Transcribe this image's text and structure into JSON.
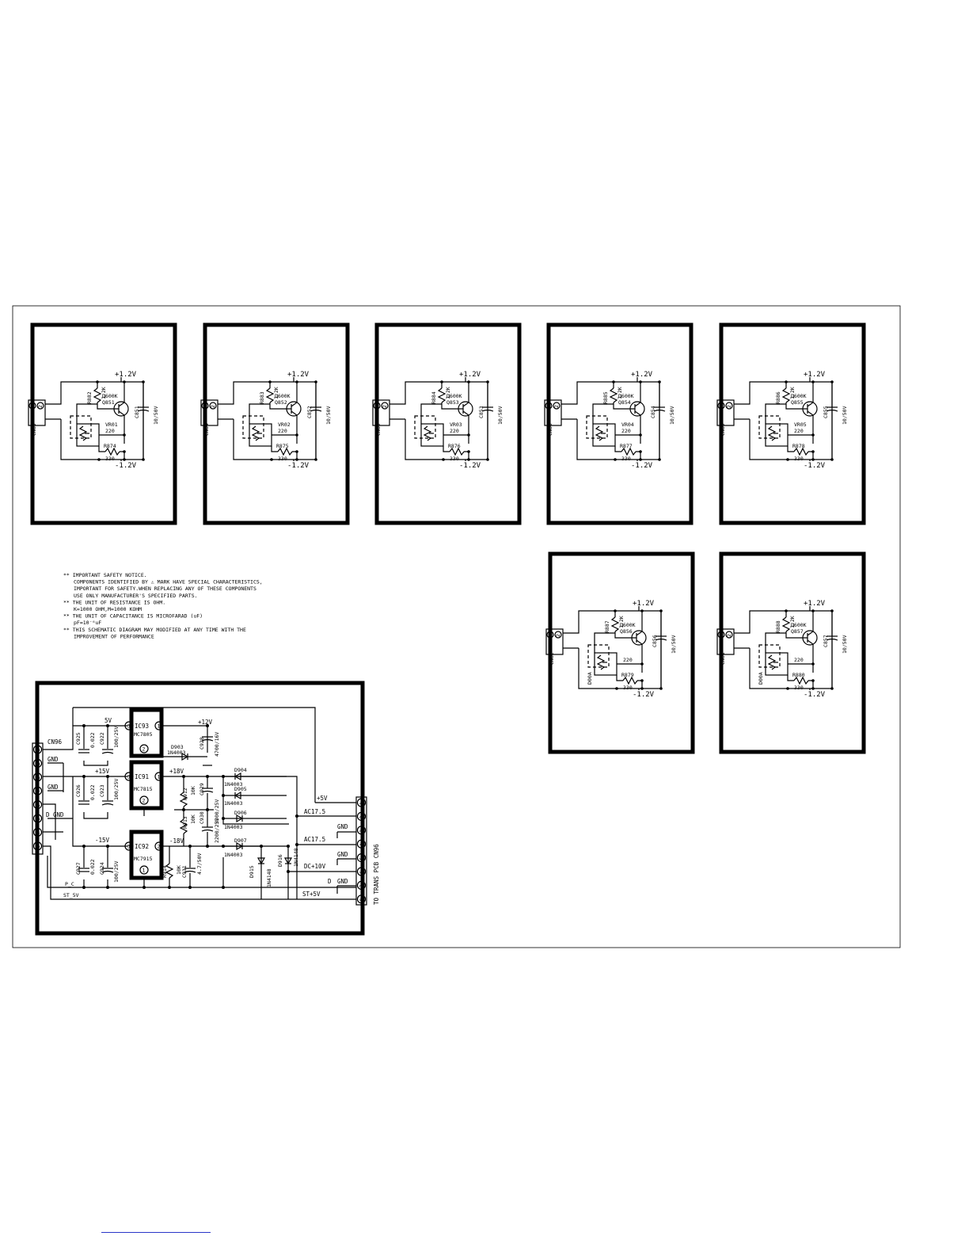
{
  "supply_pos": "+1.2V",
  "supply_neg": "-1.2V",
  "transistor_type": "D600K",
  "pot_value": "220",
  "r_top_value": "1.2K",
  "r_bottom_value": "330",
  "cap_value": "10/50V",
  "pin_1": "1",
  "pin_2": "2",
  "hall_label": "D00A",
  "modules": [
    {
      "cn": "CN83",
      "r_top": "R882",
      "q": "Q851",
      "vr": "VR01",
      "r_bot": "R874",
      "cap": "C851"
    },
    {
      "cn": "CN84",
      "r_top": "R883",
      "q": "Q852",
      "vr": "VR02",
      "r_bot": "R875",
      "cap": "C852"
    },
    {
      "cn": "CN85",
      "r_top": "R884",
      "q": "Q853",
      "vr": "VR03",
      "r_bot": "R876",
      "cap": "C853"
    },
    {
      "cn": "CN86",
      "r_top": "R885",
      "q": "Q854",
      "vr": "VR04",
      "r_bot": "R877",
      "cap": "C854"
    },
    {
      "cn": "CN85",
      "r_top": "R886",
      "q": "Q855",
      "vr": "VR05",
      "r_bot": "R878",
      "cap": "C855"
    },
    {
      "cn": "CN82",
      "r_top": "R887",
      "q": "Q856",
      "vr": "",
      "r_bot": "R879",
      "cap": "C856"
    },
    {
      "cn": "CN81",
      "r_top": "R888",
      "q": "Q857",
      "vr": "",
      "r_bot": "R880",
      "cap": "C857"
    }
  ],
  "notes": [
    "** IMPORTANT SAFETY NOTICE.",
    "COMPONENTS IDENTIFIED BY  ⚠ MARK HAVE SPECIAL CHARACTERISTICS,",
    "IMPORTANT FOR SAFETY.WHEN REPLACING ANY OF THESE COMPONENTS",
    "USE ONLY MANUFACTURER'S SPECIFIED PARTS.",
    "** THE UNIT OF RESISTANCE IS OHM.",
    "K=1000 OHM,M=1000 KOHM",
    "** THE UNIT OF CAPACITANCE IS MICROFARAD (uF)",
    "pF=10⁻⁶uF",
    "** THIS SCHEMATIC DIAGRAM MAY MODIFIED AT ANY TIME WITH THE",
    "IMPROVEMENT OF PERFORMANCE"
  ],
  "power": {
    "cn_left": "CN96",
    "cn_right": "CN96",
    "cn_right_note": "TO TRANS PCB CN96",
    "left_pins": [
      "1",
      "2",
      "3",
      "4",
      "5",
      "6",
      "7",
      "8"
    ],
    "right_pins": [
      "1",
      "2",
      "3",
      "4",
      "5",
      "6",
      "7",
      "8"
    ],
    "gnd": "GND",
    "d_gnd": "D GND",
    "p_c": "P_C",
    "st_5v": "ST_5V",
    "ic93": "IC93",
    "ic93_type": "MC7805",
    "ic91": "IC91",
    "ic91_type": "MC7815",
    "ic92": "IC92",
    "ic92_type": "MC7915",
    "v5": "5V",
    "v12": "+12V",
    "v15p": "+15V",
    "v18p": "+18V",
    "v15n": "-15V",
    "v18n": "-18V",
    "c925": "C925",
    "c925_v": "0.022",
    "c922": "C922",
    "c922_v": "100/25V",
    "c926": "C926",
    "c926_v": "0.022",
    "c923": "C923",
    "c923_v": "100/25V",
    "c927": "C927",
    "c927_v": "0.022",
    "c924": "C924",
    "c924_v": "100/25V",
    "c928": "C928",
    "c928_v": "4700/16V",
    "c929": "C929",
    "c929_v": "3300/25V",
    "c930": "C930",
    "c930_v": "2200/25V",
    "c931": "C931",
    "c931_v": "4.7/50V",
    "r912": "R912",
    "r912_v": "10K",
    "r913": "R913",
    "r913_v": "10K",
    "r914": "R914",
    "r914_v": "10K",
    "d903": "D903",
    "d904": "D904",
    "d905": "D905",
    "d906": "D906",
    "d907": "D907",
    "diode_type": "1N4003",
    "d915": "D915",
    "d916": "D916",
    "d915_type": "1N4148",
    "d916_type": "1N4148",
    "p5v": "+5V",
    "ac175": "AC17.5",
    "ac175b": "AC17.5",
    "dc10": "DC+10V",
    "d_lbl": "D",
    "st5": "ST+5V",
    "pin1": "1",
    "pin2": "2",
    "pin3": "3"
  }
}
